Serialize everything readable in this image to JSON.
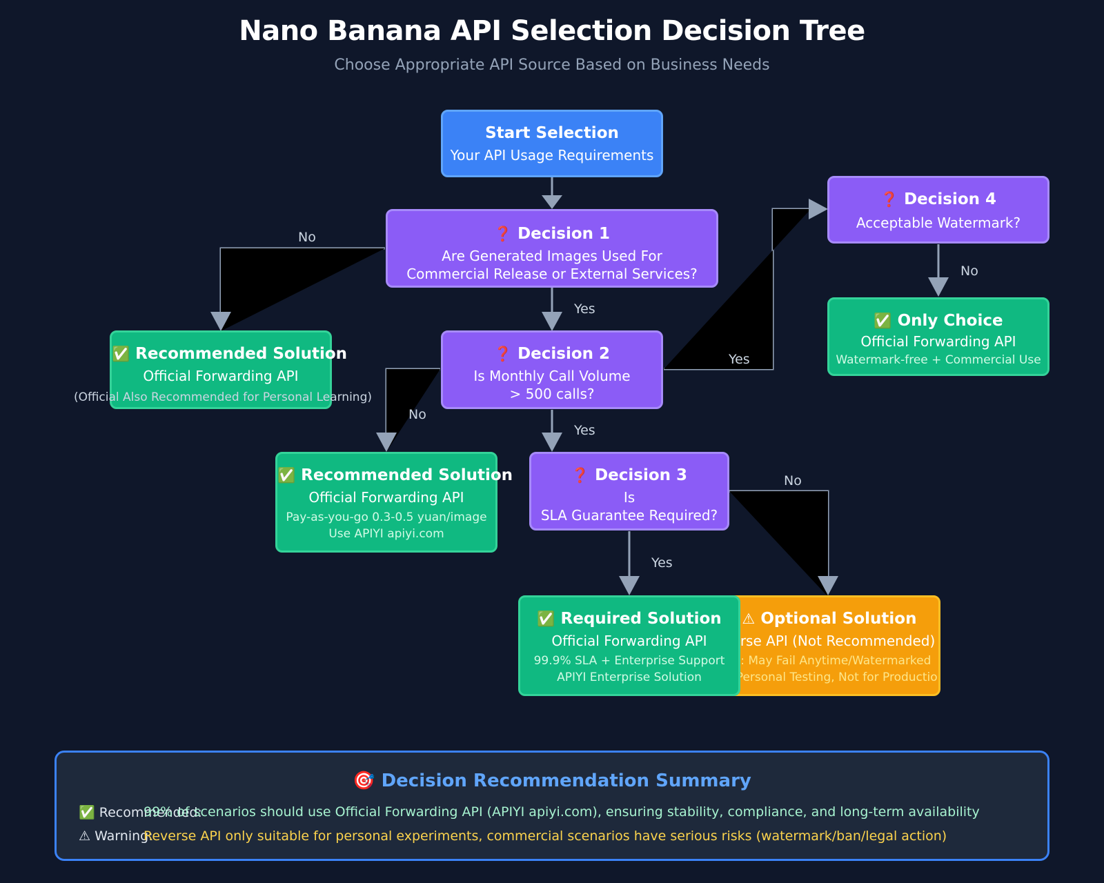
{
  "header": {
    "title": "Nano Banana API Selection Decision Tree",
    "subtitle": "Choose Appropriate API Source Based on Business Needs"
  },
  "nodes": {
    "start": {
      "title": "Start Selection",
      "sub": "Your API Usage Requirements"
    },
    "decision1": {
      "icon": "❓",
      "title": "Decision 1",
      "line1": "Are Generated Images Used For",
      "line2": "Commercial Release or External Services?"
    },
    "decision2": {
      "icon": "❓",
      "title": "Decision 2",
      "line1": "Is Monthly Call Volume",
      "line2": "> 500 calls?"
    },
    "decision3": {
      "icon": "❓",
      "title": "Decision 3",
      "line1": "Is",
      "line2": "SLA Guarantee Required?"
    },
    "decision4": {
      "icon": "❓",
      "title": "Decision 4",
      "line1": "Acceptable Watermark?"
    },
    "rec_left": {
      "icon": "✅",
      "title": "Recommended Solution",
      "sub": "Official Forwarding API",
      "note": "(Official Also Recommended for Personal Learning)"
    },
    "rec_mid": {
      "icon": "✅",
      "title": "Recommended Solution",
      "sub": "Official Forwarding API",
      "note1": "Pay-as-you-go 0.3-0.5 yuan/image",
      "note2": "Use APIYI apiyi.com"
    },
    "only_choice": {
      "icon": "✅",
      "title": "Only Choice",
      "sub": "Official Forwarding API",
      "note": "Watermark-free + Commercial Use"
    },
    "required": {
      "icon": "✅",
      "title": "Required Solution",
      "sub": "Official Forwarding API",
      "note1": "99.9% SLA + Enterprise Support",
      "note2": "APIYI Enterprise Solution"
    },
    "optional": {
      "icon": "⚠",
      "title": "Optional Solution",
      "sub": "verse API (Not Recommended)",
      "note1": "sk: May Fail Anytime/Watermarked",
      "note2": "or Personal Testing, Not for Production"
    }
  },
  "edges": {
    "d1_no": "No",
    "d1_yes": "Yes",
    "d2_no": "No",
    "d2_yes_down": "Yes",
    "d2_yes_right": "Yes",
    "d3_yes": "Yes",
    "d3_no": "No",
    "d4_no": "No"
  },
  "summary": {
    "icon": "🎯",
    "title": "Decision Recommendation Summary",
    "row1_icon": "✅",
    "row1_label": "Recommended:",
    "row1_text": "99% of scenarios should use Official Forwarding API (APIYI apiyi.com), ensuring stability, compliance, and long-term availability",
    "row2_icon": "⚠",
    "row2_label": "Warning:",
    "row2_text": "Reverse API only suitable for personal experiments, commercial scenarios have serious risks (watermark/ban/legal action)"
  },
  "colors": {
    "background": "#0f172a",
    "start": "#3b82f6",
    "decision": "#8b5cf6",
    "recommended": "#10b981",
    "optional": "#f59e0b",
    "connector": "#94a3b8"
  }
}
